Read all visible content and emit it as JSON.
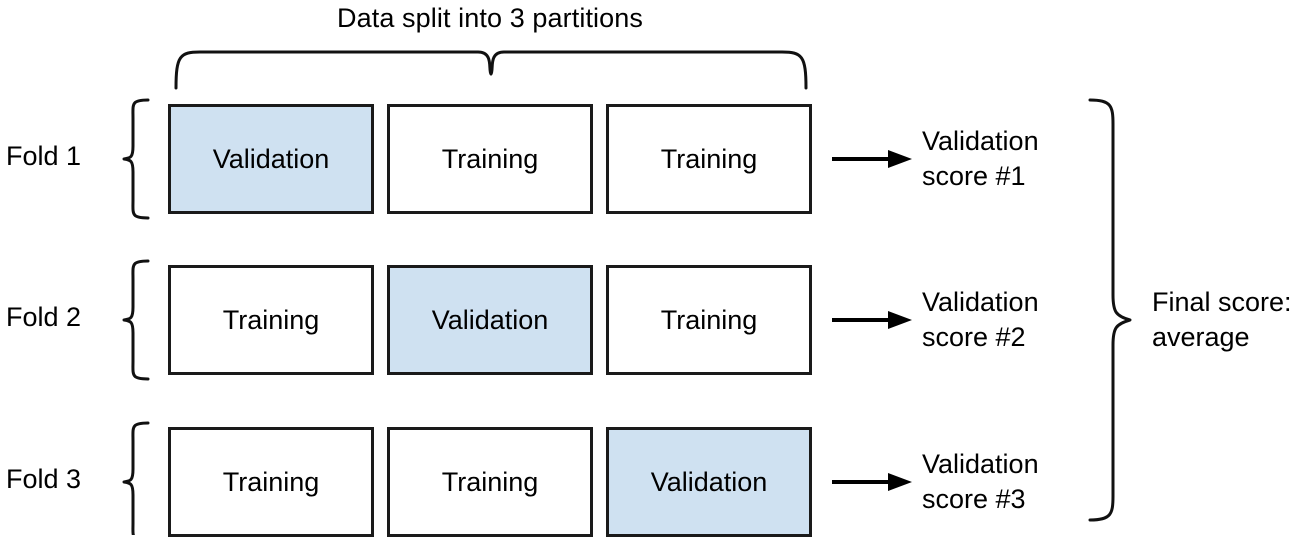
{
  "diagram": {
    "title": "Data split into 3 partitions",
    "top_brace": {
      "name": "partitions-brace",
      "orientation": "down"
    },
    "right_brace": {
      "name": "folds-brace",
      "orientation": "right"
    },
    "colors": {
      "validation_fill": "#cfe1f1",
      "box_stroke": "#1a1a1a",
      "text": "#000000",
      "background": "#ffffff"
    },
    "legend_terms": {
      "validation": "Validation",
      "training": "Training"
    },
    "folds": [
      {
        "label": "Fold 1",
        "partitions": [
          {
            "label": "Validation",
            "role": "validation"
          },
          {
            "label": "Training",
            "role": "training"
          },
          {
            "label": "Training",
            "role": "training"
          }
        ],
        "score_line1": "Validation",
        "score_line2": "score #1"
      },
      {
        "label": "Fold 2",
        "partitions": [
          {
            "label": "Training",
            "role": "training"
          },
          {
            "label": "Validation",
            "role": "validation"
          },
          {
            "label": "Training",
            "role": "training"
          }
        ],
        "score_line1": "Validation",
        "score_line2": "score #2"
      },
      {
        "label": "Fold 3",
        "partitions": [
          {
            "label": "Training",
            "role": "training"
          },
          {
            "label": "Training",
            "role": "training"
          },
          {
            "label": "Validation",
            "role": "validation"
          }
        ],
        "score_line1": "Validation",
        "score_line2": "score #3"
      }
    ],
    "final": {
      "line1": "Final score:",
      "line2": "average"
    }
  }
}
